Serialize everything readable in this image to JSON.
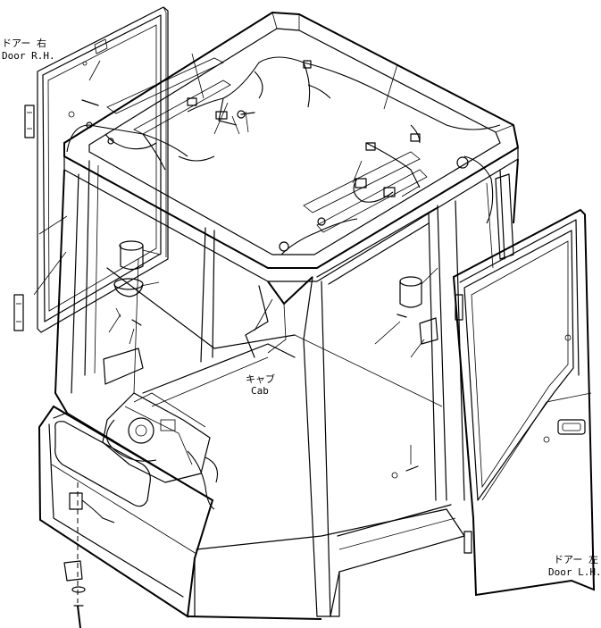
{
  "labels": {
    "door_rh_jp": "ドアー 右",
    "door_rh_en": "Door R.H.",
    "cab_jp": "キャブ",
    "cab_en": "Cab",
    "door_lh_jp": "ドアー 左",
    "door_lh_en": "Door L.H."
  }
}
